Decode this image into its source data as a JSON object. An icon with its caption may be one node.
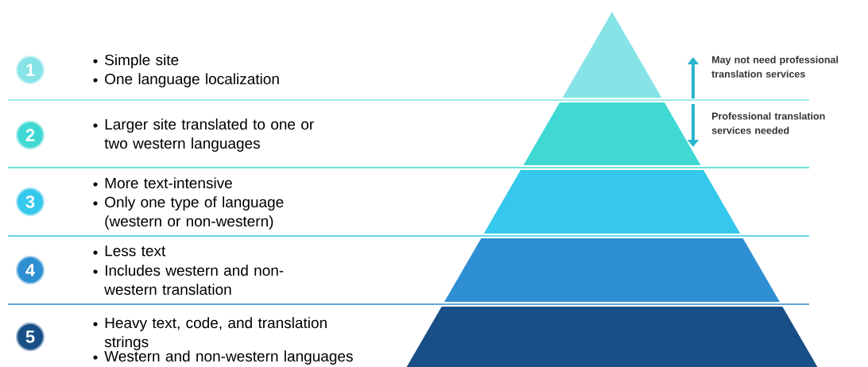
{
  "diagram": {
    "nodes": [
      {
        "text": [
          "1"
        ]
      },
      {
        "text": [
          "2"
        ]
      },
      {
        "text": [
          "3"
        ]
      },
      {
        "text": [
          "4"
        ]
      },
      {
        "text": [
          "5"
        ]
      }
    ],
    "labels": [
      "Simple site",
      "One language localization",
      "Larger site translated to one or two western languages",
      "More text-intensive",
      "Only one type of language (western or non-western)",
      "Less text",
      "Includes western and non-western translation",
      "Heavy text, code, and translation strings",
      "Western and non-western languages",
      "May not need professional translation services",
      "Professional translation services needed"
    ]
  }
}
